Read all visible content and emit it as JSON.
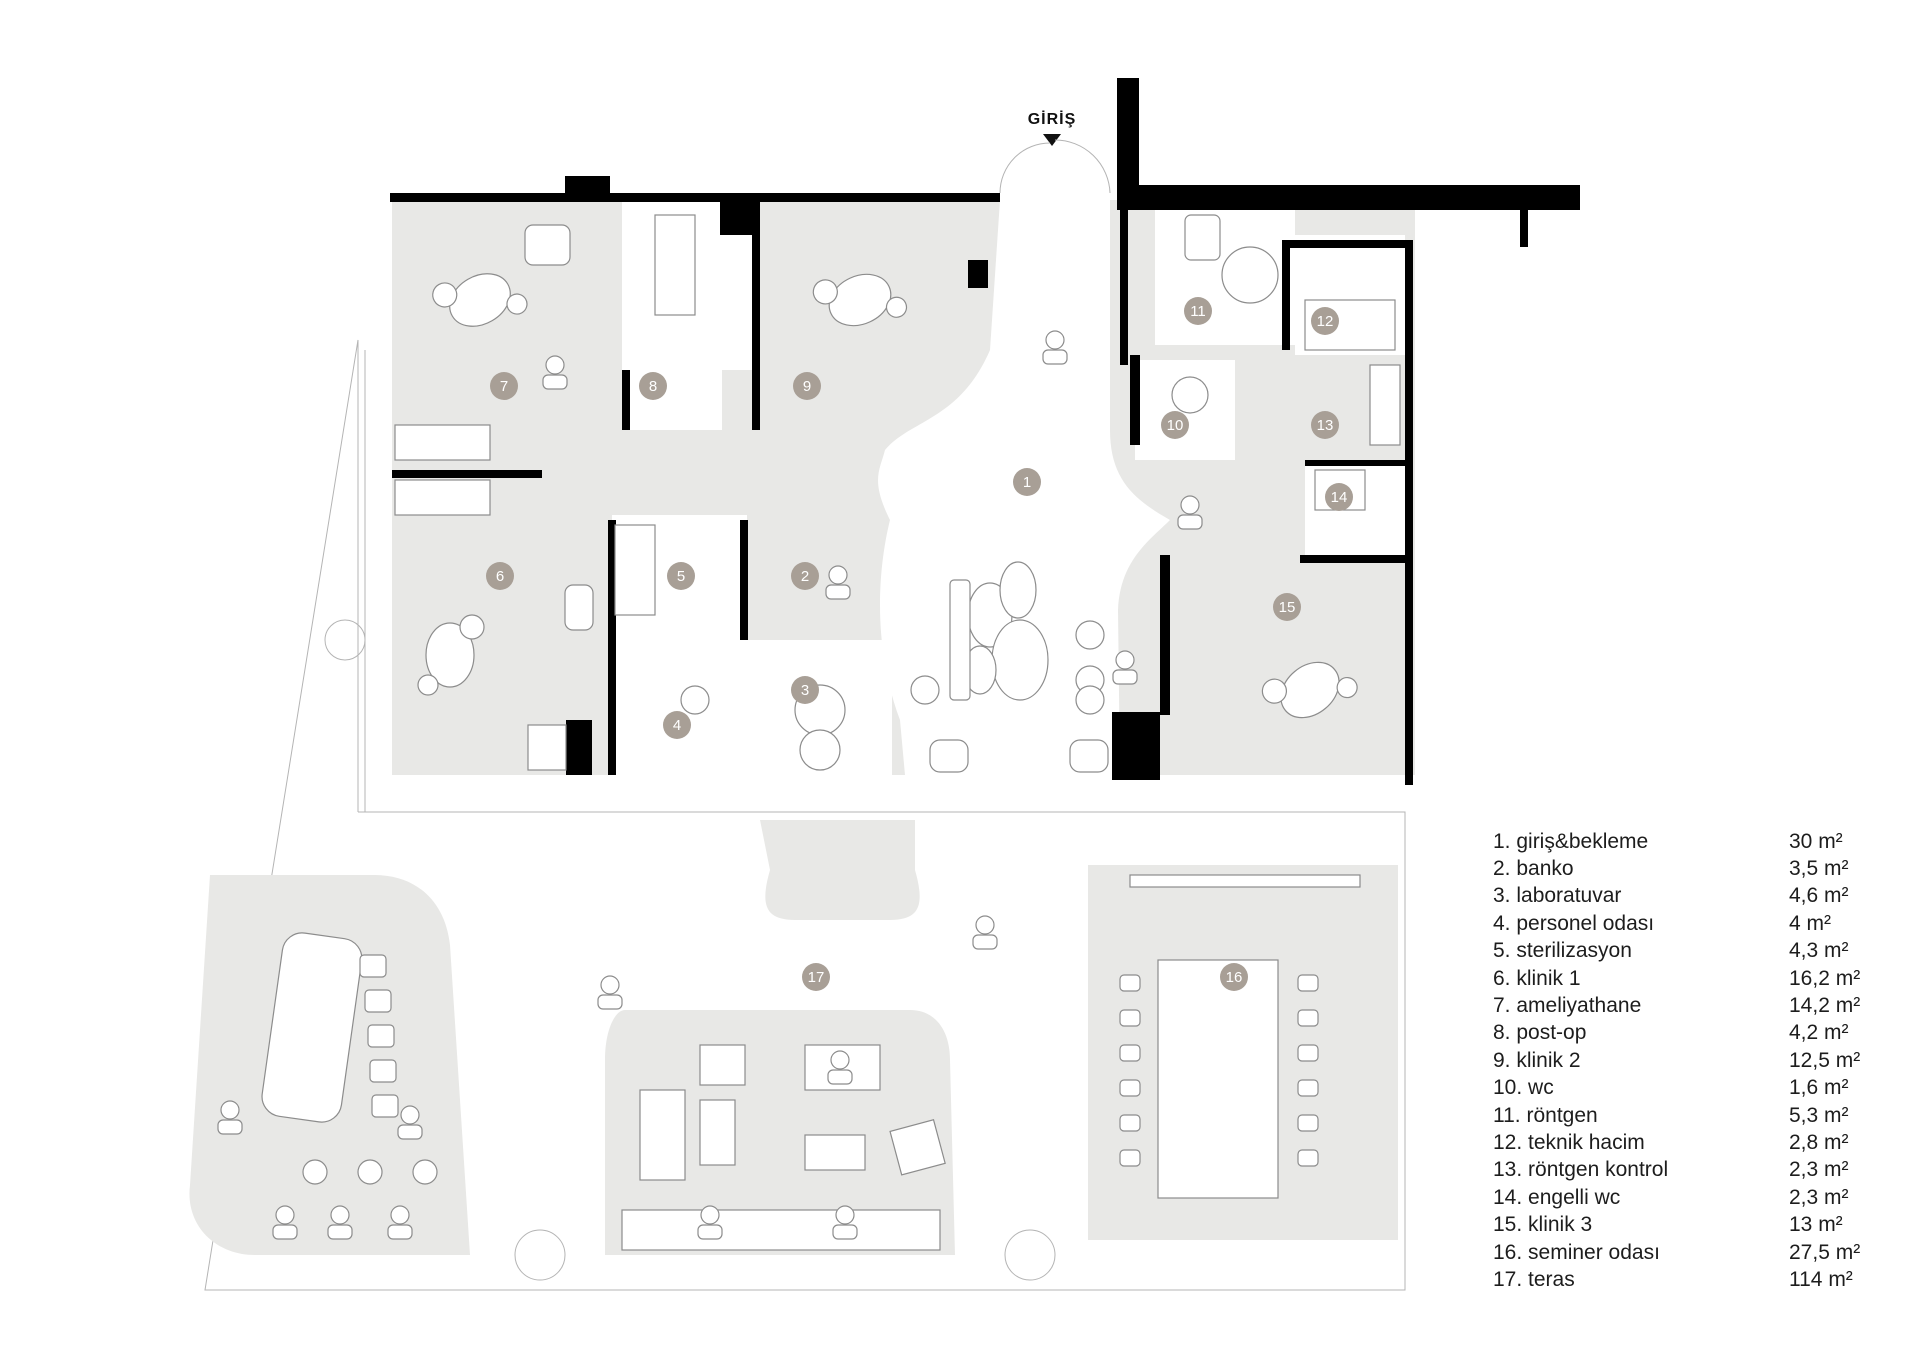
{
  "entrance_label": "GİRİŞ",
  "legend": [
    {
      "number": "1",
      "name": "1. giriş&bekleme",
      "area": "30 m²"
    },
    {
      "number": "2",
      "name": "2. banko",
      "area": "3,5 m²"
    },
    {
      "number": "3",
      "name": "3. laboratuvar",
      "area": "4,6 m²"
    },
    {
      "number": "4",
      "name": "4. personel odası",
      "area": "4 m²"
    },
    {
      "number": "5",
      "name": "5. sterilizasyon",
      "area": "4,3 m²"
    },
    {
      "number": "6",
      "name": "6. klinik 1",
      "area": "16,2 m²"
    },
    {
      "number": "7",
      "name": "7. ameliyathane",
      "area": "14,2 m²"
    },
    {
      "number": "8",
      "name": "8. post-op",
      "area": "4,2 m²"
    },
    {
      "number": "9",
      "name": "9. klinik 2",
      "area": "12,5 m²"
    },
    {
      "number": "10",
      "name": "10. wc",
      "area": "1,6 m²"
    },
    {
      "number": "11",
      "name": "11. röntgen",
      "area": "5,3 m²"
    },
    {
      "number": "12",
      "name": "12. teknik hacim",
      "area": "2,8 m²"
    },
    {
      "number": "13",
      "name": "13. röntgen kontrol",
      "area": "2,3 m²"
    },
    {
      "number": "14",
      "name": "14. engelli wc",
      "area": "2,3 m²"
    },
    {
      "number": "15",
      "name": "15. klinik 3",
      "area": "13 m²"
    },
    {
      "number": "16",
      "name": "16. seminer odası",
      "area": "27,5 m²"
    },
    {
      "number": "17",
      "name": "17. teras",
      "area": "114 m²"
    }
  ],
  "colors": {
    "badge": "#a89f96",
    "floor": "#e8e8e6",
    "wall": "#000000"
  },
  "icons": [
    "down-triangle-icon",
    "dental-chair-icon",
    "person-figure-icon",
    "plant-icon"
  ]
}
